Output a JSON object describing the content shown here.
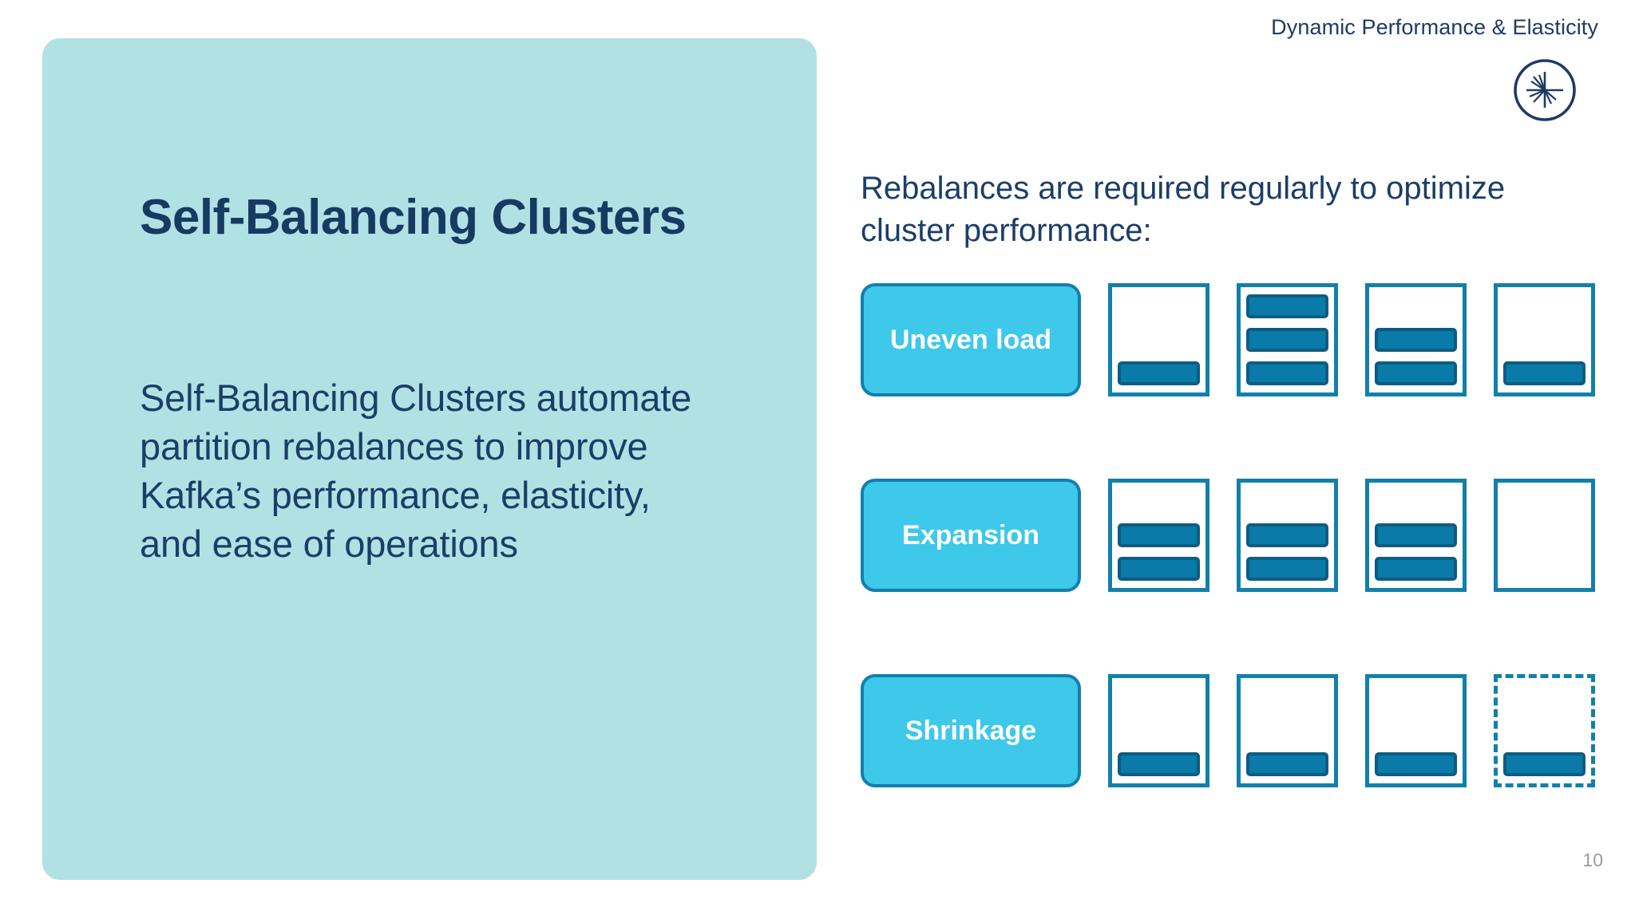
{
  "header": {
    "eyebrow": "Dynamic Performance & Elasticity",
    "logo_icon": "confluent-starburst-logo"
  },
  "panel": {
    "title": "Self-Balancing Clusters",
    "body": "Self-Balancing Clusters automate partition rebalances to improve Kafka’s performance, elasticity, and ease of operations"
  },
  "main": {
    "lede": "Rebalances are required regularly to optimize cluster performance:"
  },
  "diagram": {
    "rows": [
      {
        "label": "Uneven load",
        "brokers": [
          {
            "style": "solid",
            "slots": [
              true,
              false,
              false
            ]
          },
          {
            "style": "solid",
            "slots": [
              true,
              true,
              true
            ]
          },
          {
            "style": "solid",
            "slots": [
              true,
              true,
              false
            ]
          },
          {
            "style": "solid",
            "slots": [
              true,
              false,
              false
            ]
          }
        ]
      },
      {
        "label": "Expansion",
        "brokers": [
          {
            "style": "solid",
            "slots": [
              true,
              true,
              false
            ]
          },
          {
            "style": "solid",
            "slots": [
              true,
              true,
              false
            ]
          },
          {
            "style": "solid",
            "slots": [
              true,
              true,
              false
            ]
          },
          {
            "style": "solid",
            "slots": [
              false,
              false,
              false
            ]
          }
        ]
      },
      {
        "label": "Shrinkage",
        "brokers": [
          {
            "style": "solid",
            "slots": [
              true,
              false,
              false
            ]
          },
          {
            "style": "solid",
            "slots": [
              true,
              false,
              false
            ]
          },
          {
            "style": "solid",
            "slots": [
              true,
              false,
              false
            ]
          },
          {
            "style": "dashed",
            "slots": [
              true,
              false,
              false
            ]
          }
        ]
      }
    ]
  },
  "footer": {
    "page_number": "10"
  },
  "colors": {
    "panel_bg": "#b2e1e4",
    "navy_text": "#173a63",
    "pill_fill": "#3ec8ea",
    "pill_border": "#1280ab",
    "box_border": "#1280ab",
    "bar_fill": "#0a7aa8",
    "bar_border": "#0d5d82",
    "page_num": "#9a9a9a"
  }
}
